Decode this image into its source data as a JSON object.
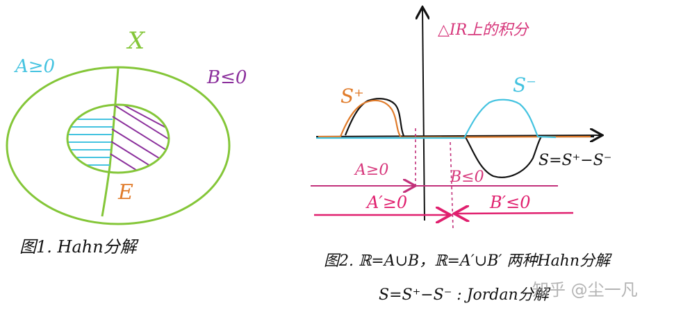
{
  "colors": {
    "green": "#84c638",
    "cyan": "#44c3e0",
    "purple": "#8b2f9c",
    "orange": "#e07b2a",
    "magenta": "#d6357a",
    "pink": "#e01f6e",
    "black": "#111111",
    "gray": "#9a9a9a"
  },
  "figure1": {
    "set_label": "X",
    "a_label": "A≥0",
    "b_label": "B≤0",
    "e_label": "E",
    "caption": "图1. Hahn分解"
  },
  "figure2": {
    "title": "△IR上的积分",
    "s_plus": "S⁺",
    "s_minus": "S⁻",
    "s_eq": "S=S⁺−S⁻",
    "a_label": "A≥0",
    "b_label": "B≤0",
    "a2_label": "A′≥0",
    "b2_label": "B′≤0",
    "caption1": "图2. ℝ=A∪B，ℝ=A′∪B′ 两种Hahn分解",
    "caption2": "S=S⁺−S⁻ : Jordan分解"
  },
  "watermark": "知乎 @尘一凡"
}
